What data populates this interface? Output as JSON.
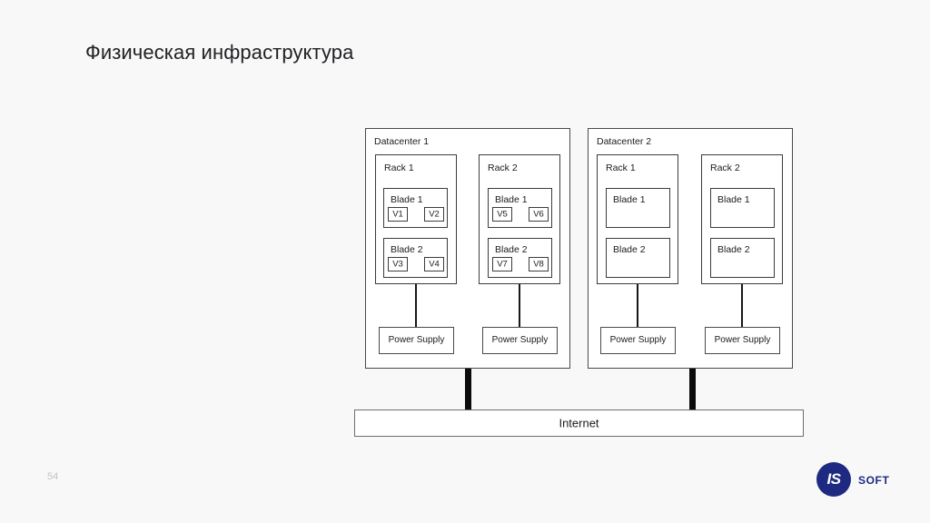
{
  "slide": {
    "title": "Физическая инфраструктура",
    "page_number": "54",
    "background_color": "#f8f8f8"
  },
  "logo": {
    "mark_text": "IS",
    "word_text": "SOFT",
    "brand_color": "#1e2a82"
  },
  "diagram": {
    "type": "infrastructure-topology",
    "datacenters": [
      {
        "label": "Datacenter 1",
        "racks": [
          {
            "label": "Rack 1",
            "blades": [
              {
                "label": "Blade 1",
                "vms": [
                  "V1",
                  "V2"
                ]
              },
              {
                "label": "Blade 2",
                "vms": [
                  "V3",
                  "V4"
                ]
              }
            ],
            "power_supply": "Power Supply"
          },
          {
            "label": "Rack 2",
            "blades": [
              {
                "label": "Blade 1",
                "vms": [
                  "V5",
                  "V6"
                ]
              },
              {
                "label": "Blade 2",
                "vms": [
                  "V7",
                  "V8"
                ]
              }
            ],
            "power_supply": "Power Supply"
          }
        ]
      },
      {
        "label": "Datacenter 2",
        "racks": [
          {
            "label": "Rack 1",
            "blades": [
              {
                "label": "Blade 1",
                "vms": []
              },
              {
                "label": "Blade 2",
                "vms": []
              }
            ],
            "power_supply": "Power Supply"
          },
          {
            "label": "Rack 2",
            "blades": [
              {
                "label": "Blade 1",
                "vms": []
              },
              {
                "label": "Blade 2",
                "vms": []
              }
            ],
            "power_supply": "Power Supply"
          }
        ]
      }
    ],
    "network": {
      "label": "Internet"
    }
  }
}
